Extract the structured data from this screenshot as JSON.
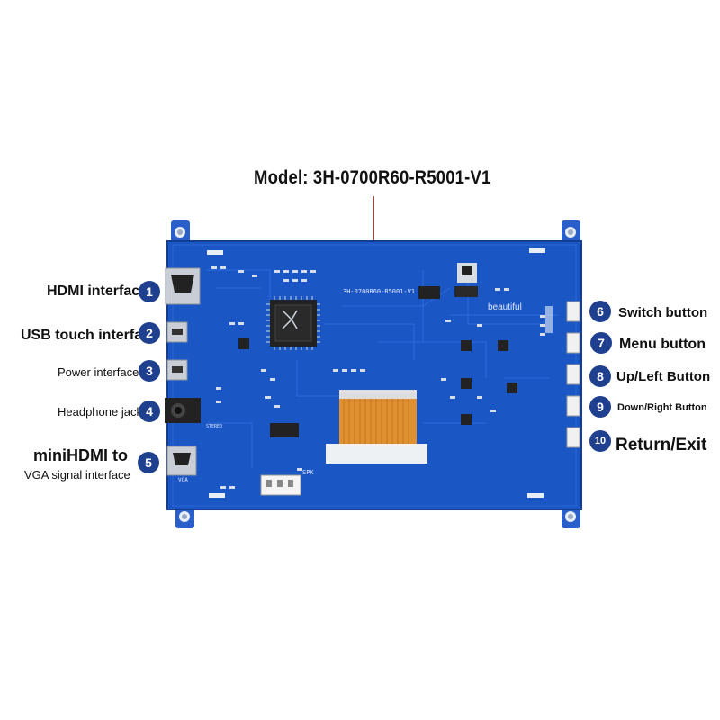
{
  "model": "Model: 3H-0700R60-R5001-V1",
  "board_silkscreen": {
    "model_code": "3H-0700R60-R5001-V1",
    "brand": "beautiful",
    "spk": "SPK",
    "stereo": "STEREO",
    "vga": "VGA"
  },
  "left_callouts": [
    {
      "number": "1",
      "label": "HDMI interface"
    },
    {
      "number": "2",
      "label": "USB touch interface"
    },
    {
      "number": "3",
      "label": "Power interface"
    },
    {
      "number": "4",
      "label": "Headphone jack"
    },
    {
      "number": "5",
      "label_line1": "miniHDMI to",
      "label_line2": "VGA signal interface"
    }
  ],
  "right_callouts": [
    {
      "number": "6",
      "label": "Switch button"
    },
    {
      "number": "7",
      "label": "Menu button"
    },
    {
      "number": "8",
      "label": "Up/Left Button"
    },
    {
      "number": "9",
      "label": "Down/Right Button"
    },
    {
      "number": "10",
      "label": "Return/Exit"
    }
  ],
  "colors": {
    "board": "#1a56c4",
    "badge": "#1f3f8f",
    "flex_cable": "#e0902f"
  }
}
